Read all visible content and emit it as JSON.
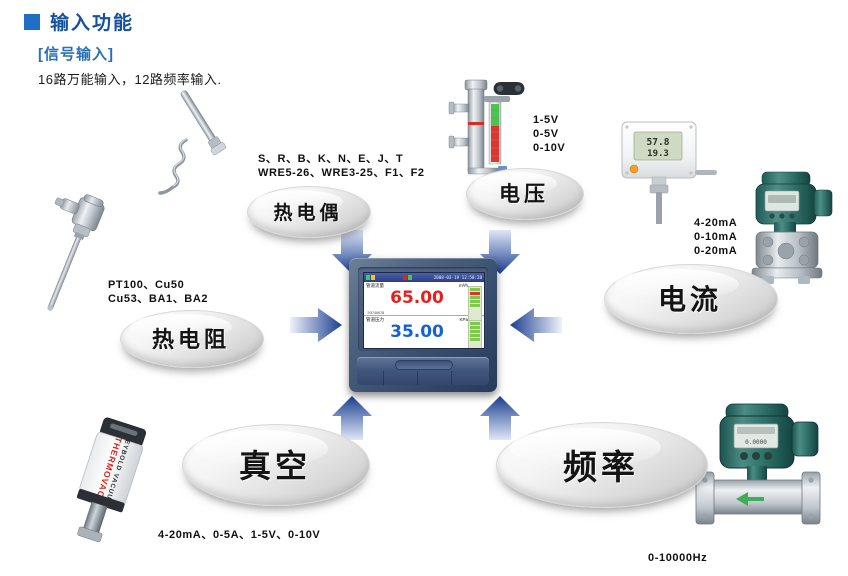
{
  "header": {
    "title": "输入功能",
    "bullet_color": "#1f6fc4",
    "section_label": "[信号输入]",
    "section_desc": "16路万能输入，12路频率输入."
  },
  "specs": [
    {
      "id": "thermocouple",
      "text": "S、R、B、K、N、E、J、T\nWRE5-26、WRE3-25、F1、F2"
    },
    {
      "id": "voltage",
      "text": "1-5V\n0-5V\n0-10V"
    },
    {
      "id": "current",
      "text": "4-20mA\n0-10mA\n0-20mA"
    },
    {
      "id": "rtd",
      "text": "PT100、Cu50\nCu53、BA1、BA2"
    },
    {
      "id": "vacuum",
      "text": "4-20mA、0-5A、1-5V、0-10V"
    },
    {
      "id": "frequency",
      "text": "0-10000Hz"
    }
  ],
  "bubbles": [
    {
      "id": "thermocouple",
      "label": "热电偶"
    },
    {
      "id": "voltage",
      "label": "电压"
    },
    {
      "id": "current",
      "label": "电流"
    },
    {
      "id": "rtd",
      "label": "热电阻"
    },
    {
      "id": "vacuum",
      "label": "真空"
    },
    {
      "id": "frequency",
      "label": "频率"
    }
  ],
  "recorder": {
    "timestamp": "2008-03-19 12:58:28",
    "channels": [
      {
        "tag": "管道流量",
        "unit": "m³/h",
        "value": "65.00",
        "color": "#e8201b",
        "code": "ЭЭ746678"
      },
      {
        "tag": "管道压力",
        "unit": "KPa",
        "value": "35.00",
        "color": "#1463d0",
        "code": ""
      }
    ]
  },
  "devices": [
    {
      "id": "rtd-probe",
      "name": "rtd-temperature-probe"
    },
    {
      "id": "thermocouple-probe",
      "name": "thermocouple-probe"
    },
    {
      "id": "level-gauge",
      "name": "magnetic-level-gauge"
    },
    {
      "id": "humidity-transmitter",
      "name": "temperature-humidity-transmitter",
      "display_top": "57.8",
      "display_bottom": "19.3"
    },
    {
      "id": "pressure-transmitter",
      "name": "differential-pressure-transmitter"
    },
    {
      "id": "vacuum-sensor",
      "name": "thermovac-vacuum-sensor",
      "brand": "THERMOVAC"
    },
    {
      "id": "flow-meter",
      "name": "electromagnetic-flow-meter"
    }
  ],
  "colors": {
    "accent": "#1f6fc4",
    "heading": "#1452a0",
    "subheading": "#2a6fba",
    "arrow_dark": "#1b3f8f",
    "arrow_light": "#e8eefb",
    "value_red": "#e8201b",
    "value_blue": "#1463d0"
  }
}
